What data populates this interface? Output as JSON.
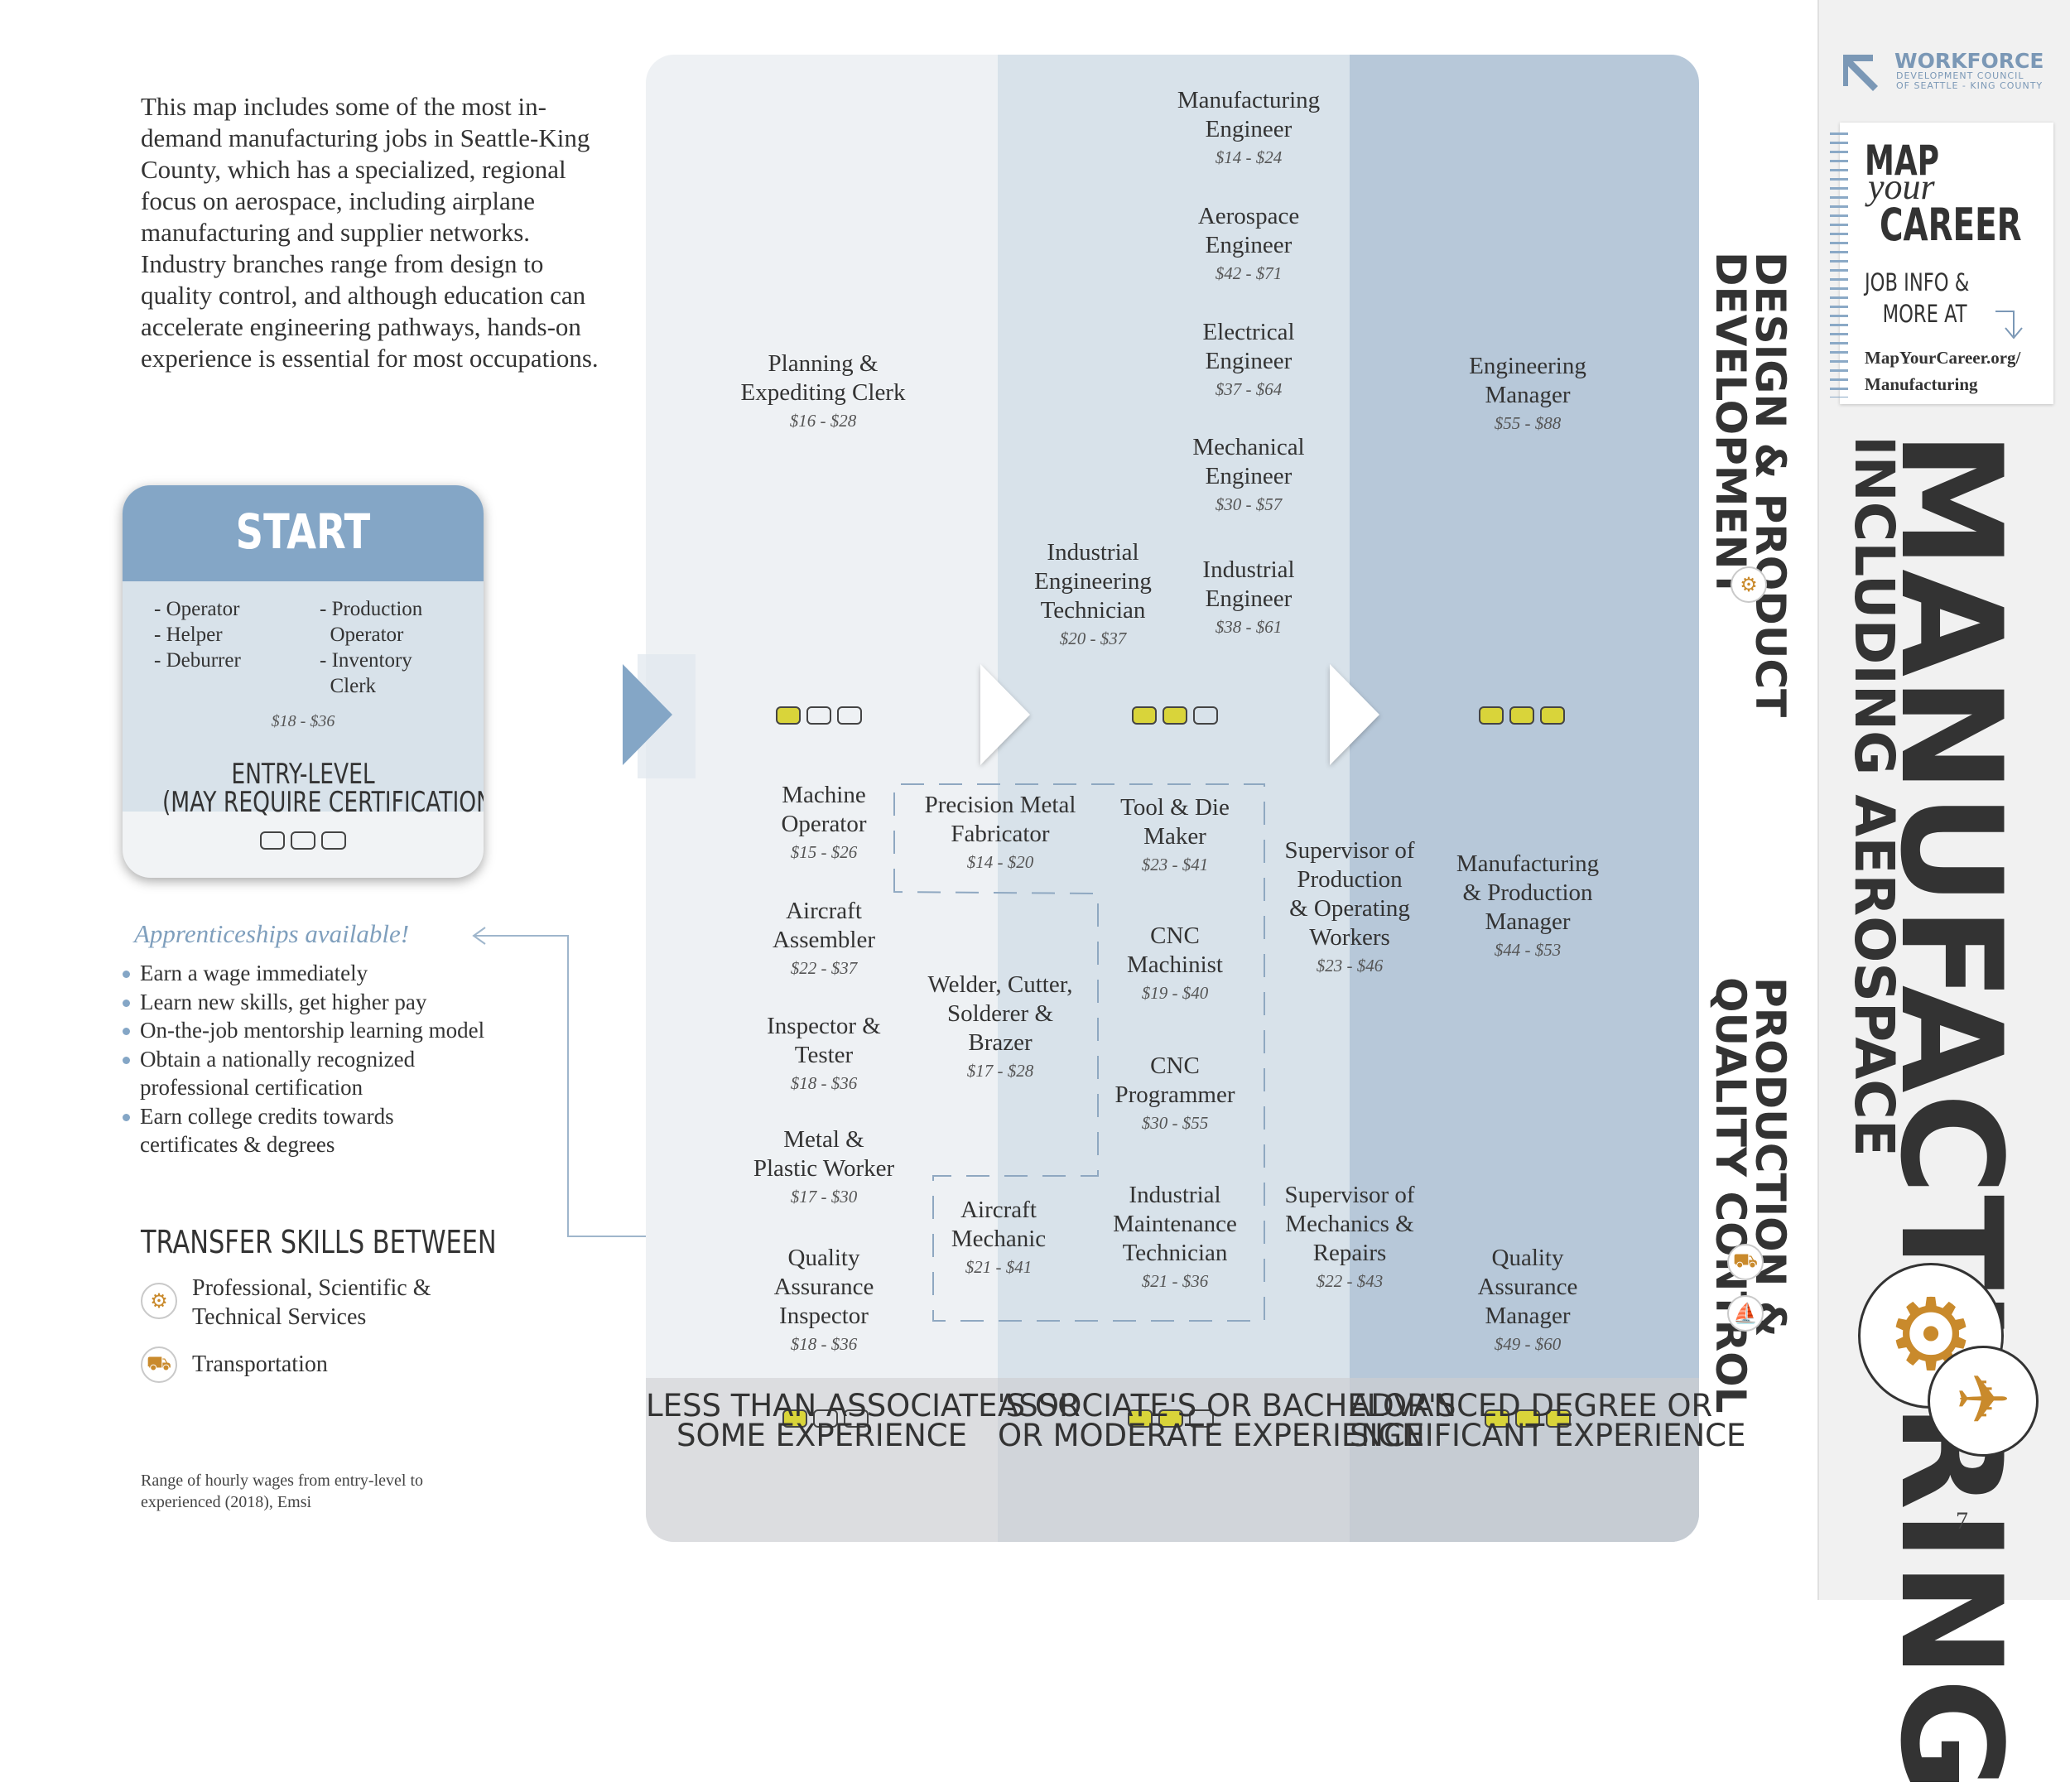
{
  "intro": "This map includes some of the most in-demand manufacturing jobs in Seattle-King County, which has a specialized, regional focus on aerospace, including airplane manufacturing and supplier networks. Industry branches range from design to quality control, and although education can accelerate engineering pathways, hands-on experience is essential for most occupations.",
  "start": {
    "title": "START",
    "jobs_left": "- Operator\n- Helper\n- Deburrer",
    "jobs_right": "- Production\n  Operator\n- Inventory\n  Clerk",
    "wage": "$18 - $36",
    "level": "ENTRY-LEVEL\n(MAY REQUIRE CERTIFICATION)"
  },
  "apprenticeships": {
    "title": "Apprenticeships available!",
    "items": [
      "Earn a wage immediately",
      "Learn new skills, get higher pay",
      "On-the-job mentorship learning model",
      "Obtain a nationally recognized\nprofessional certification",
      "Earn college credits towards\ncertificates & degrees"
    ]
  },
  "transfer": {
    "title": "TRANSFER SKILLS BETWEEN",
    "items": [
      {
        "label": "Professional, Scientific &\nTechnical Services",
        "icon": "gear-icon"
      },
      {
        "label": "Transportation",
        "icon": "truck-icon"
      }
    ]
  },
  "footnote": "Range of hourly wages from entry-level to\nexperienced (2018), Emsi",
  "columns": [
    {
      "label": "LESS THAN ASSOCIATE'S OR\nSOME EXPERIENCE",
      "filled": 1
    },
    {
      "label": "ASSOCIATE'S OR BACHELOR'S\nOR MODERATE EXPERIENCE",
      "filled": 2
    },
    {
      "label": "ADVANCED DEGREE OR\nSIGNIFICANT EXPERIENCE",
      "filled": 3
    }
  ],
  "jobs": {
    "planning_clerk": {
      "title": "Planning &\nExpediting Clerk",
      "wage": "$16 - $28"
    },
    "manufacturing_engineer": {
      "title": "Manufacturing\nEngineer",
      "wage": "$14 - $24"
    },
    "aerospace_engineer": {
      "title": "Aerospace\nEngineer",
      "wage": "$42 - $71"
    },
    "electrical_engineer": {
      "title": "Electrical\nEngineer",
      "wage": "$37 - $64"
    },
    "mechanical_engineer": {
      "title": "Mechanical\nEngineer",
      "wage": "$30 - $57"
    },
    "industrial_eng_tech": {
      "title": "Industrial\nEngineering\nTechnician",
      "wage": "$20 - $37"
    },
    "industrial_engineer": {
      "title": "Industrial\nEngineer",
      "wage": "$38 - $61"
    },
    "engineering_manager": {
      "title": "Engineering\nManager",
      "wage": "$55 - $88"
    },
    "machine_operator": {
      "title": "Machine\nOperator",
      "wage": "$15 - $26"
    },
    "precision_metal": {
      "title": "Precision Metal\nFabricator",
      "wage": "$14 - $20"
    },
    "tool_die": {
      "title": "Tool & Die\nMaker",
      "wage": "$23 - $41"
    },
    "supervisor_production": {
      "title": "Supervisor of\nProduction\n& Operating\nWorkers",
      "wage": "$23 - $46"
    },
    "mfg_production_manager": {
      "title": "Manufacturing\n& Production\nManager",
      "wage": "$44 - $53"
    },
    "aircraft_assembler": {
      "title": "Aircraft\nAssembler",
      "wage": "$22 - $37"
    },
    "cnc_machinist": {
      "title": "CNC\nMachinist",
      "wage": "$19 - $40"
    },
    "welder": {
      "title": "Welder, Cutter,\nSolderer &\nBrazer",
      "wage": "$17 - $28"
    },
    "inspector_tester": {
      "title": "Inspector &\nTester",
      "wage": "$18 - $36"
    },
    "cnc_programmer": {
      "title": "CNC\nProgrammer",
      "wage": "$30 - $55"
    },
    "metal_plastic": {
      "title": "Metal &\nPlastic Worker",
      "wage": "$17 - $30"
    },
    "aircraft_mechanic": {
      "title": "Aircraft\nMechanic",
      "wage": "$21 - $41"
    },
    "industrial_maintenance": {
      "title": "Industrial\nMaintenance\nTechnician",
      "wage": "$21 - $36"
    },
    "supervisor_mechanics": {
      "title": "Supervisor of\nMechanics &\nRepairs",
      "wage": "$22 - $43"
    },
    "qa_inspector": {
      "title": "Quality\nAssurance\nInspector",
      "wage": "$18 - $36"
    },
    "qa_manager": {
      "title": "Quality\nAssurance\nManager",
      "wage": "$49 - $60"
    }
  },
  "sidebar": {
    "org": "WORKFORCE",
    "org_sub": "DEVELOPMENT COUNCIL\nOF SEATTLE - KING COUNTY",
    "map": "MAP",
    "your": "your",
    "career": "CAREER",
    "info": "JOB INFO &\n   MORE AT",
    "url": "MapYourCareer.org/\nManufacturing",
    "title": "MANUFACTURING",
    "subtitle": "INCLUDING AEROSPACE",
    "section_design": "DESIGN & PRODUCT\nDEVELOPMENT",
    "section_production": "PRODUCTION &\nQUALITY CONTROL",
    "page": "7"
  },
  "colors": {
    "col1": "#eef1f4",
    "col2": "#d8e2ea",
    "col3": "#b7c8d9",
    "accent": "#84a6c6",
    "square_fill": "#d9d43a",
    "icon_orange": "#c98a2c"
  }
}
